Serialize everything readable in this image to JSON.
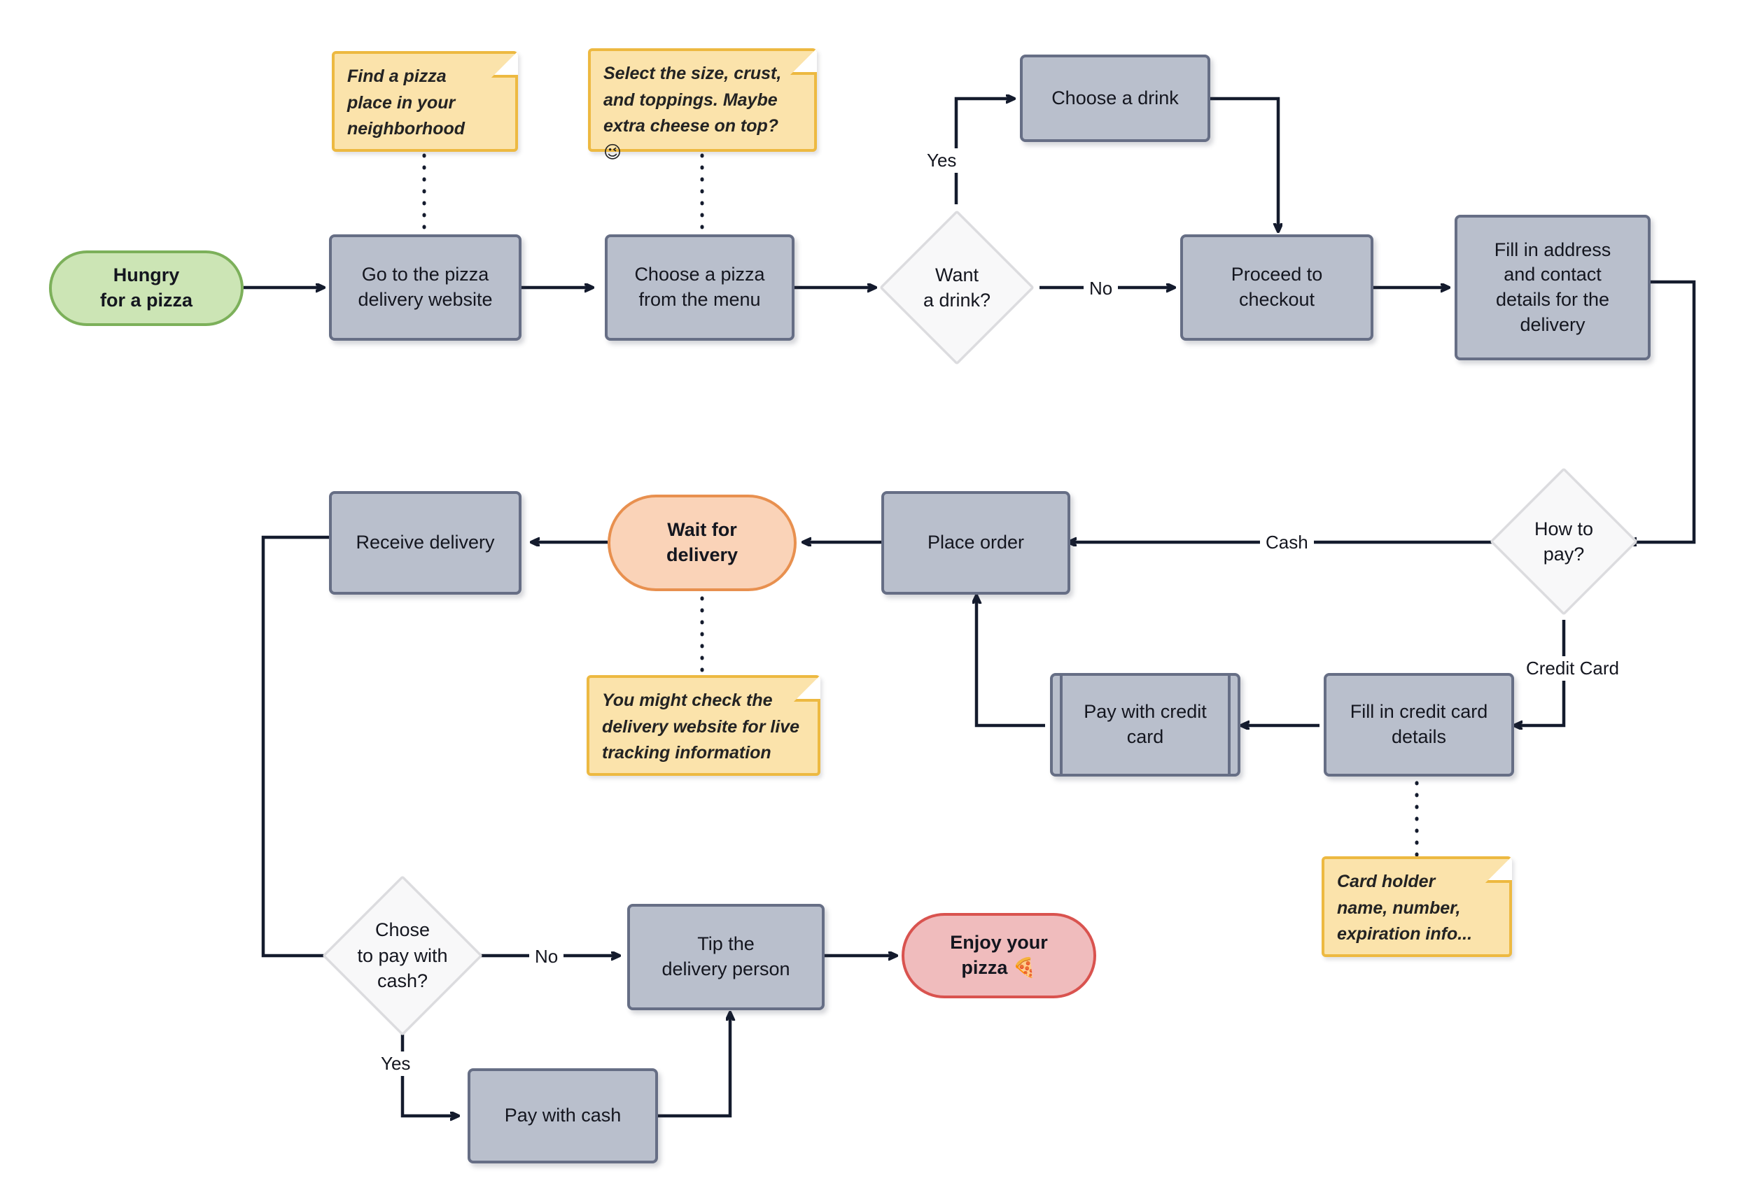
{
  "diagram": {
    "title": "Pizza delivery ordering flowchart",
    "colors": {
      "process_fill": "#b9bfcc",
      "process_border": "#666e85",
      "start_fill": "#cce5b5",
      "start_border": "#7cb05a",
      "wait_fill": "#fad3b8",
      "wait_border": "#e8904f",
      "end_fill": "#f0bcbd",
      "end_border": "#d9534f",
      "decision_fill": "#f8f8f9",
      "decision_border": "#dcdcdf",
      "note_fill": "#fbe3ab",
      "note_border": "#edb941",
      "edge": "#141b2d",
      "background": "#ffffff"
    },
    "nodes": {
      "start": {
        "label": "Hungry\nfor a pizza",
        "line1": "Hungry",
        "line2": "for a pizza",
        "shape": "terminator"
      },
      "website": {
        "line1": "Go to the pizza",
        "line2": "delivery website",
        "shape": "process"
      },
      "choose_pizza": {
        "line1": "Choose a pizza",
        "line2": "from the menu",
        "shape": "process"
      },
      "want_drink": {
        "line1": "Want",
        "line2": "a drink?",
        "shape": "decision"
      },
      "choose_drink": {
        "line1": "Choose a drink",
        "shape": "process"
      },
      "checkout": {
        "line1": "Proceed to",
        "line2": "checkout",
        "shape": "process"
      },
      "address": {
        "line1": "Fill in address",
        "line2": "and contact",
        "line3": "details for the",
        "line4": "delivery",
        "shape": "process"
      },
      "how_to_pay": {
        "line1": "How to",
        "line2": "pay?",
        "shape": "decision"
      },
      "fill_card": {
        "line1": "Fill in credit card",
        "line2": "details",
        "shape": "process"
      },
      "pay_card": {
        "line1": "Pay with credit",
        "line2": "card",
        "shape": "subroutine"
      },
      "place_order": {
        "line1": "Place order",
        "shape": "process"
      },
      "wait": {
        "line1": "Wait for",
        "line2": "delivery",
        "shape": "terminator"
      },
      "receive": {
        "line1": "Receive delivery",
        "shape": "process"
      },
      "chose_cash": {
        "line1": "Chose",
        "line2": "to pay with",
        "line3": "cash?",
        "shape": "decision"
      },
      "pay_cash": {
        "line1": "Pay with cash",
        "shape": "process"
      },
      "tip": {
        "line1": "Tip the",
        "line2": "delivery person",
        "shape": "process"
      },
      "enjoy": {
        "line1": "Enjoy your",
        "line2": "pizza 🍕",
        "shape": "terminator"
      }
    },
    "notes": {
      "note_find": {
        "line1": "Find a pizza",
        "line2": "place in your",
        "line3": "neighborhood"
      },
      "note_select": {
        "line1": "Select the size, crust,",
        "line2": "and toppings. Maybe",
        "line3": "extra cheese on top? 😉"
      },
      "note_tracking": {
        "line1": "You might check the",
        "line2": "delivery website for live",
        "line3": "tracking information"
      },
      "note_card": {
        "line1": "Card holder",
        "line2": "name, number,",
        "line3": "expiration info..."
      }
    },
    "edge_labels": {
      "yes_drink": "Yes",
      "no_drink": "No",
      "cash": "Cash",
      "credit_card": "Credit Card",
      "no_cash": "No",
      "yes_cash": "Yes"
    }
  }
}
